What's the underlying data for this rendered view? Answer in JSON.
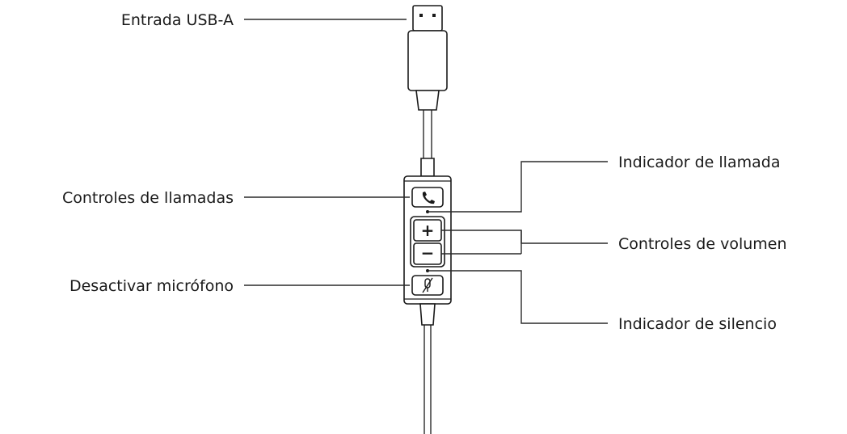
{
  "callouts": {
    "usb_input": "Entrada USB-A",
    "call_controls": "Controles de llamadas",
    "mute_mic": "Desactivar micrófono",
    "call_indicator": "Indicador de llamada",
    "volume_controls": "Controles de volumen",
    "mute_indicator": "Indicador de silencio"
  },
  "buttons": {
    "volume_up": "+",
    "volume_down": "−"
  },
  "icons": {
    "call": "phone-icon",
    "mute": "mic-off-icon"
  }
}
